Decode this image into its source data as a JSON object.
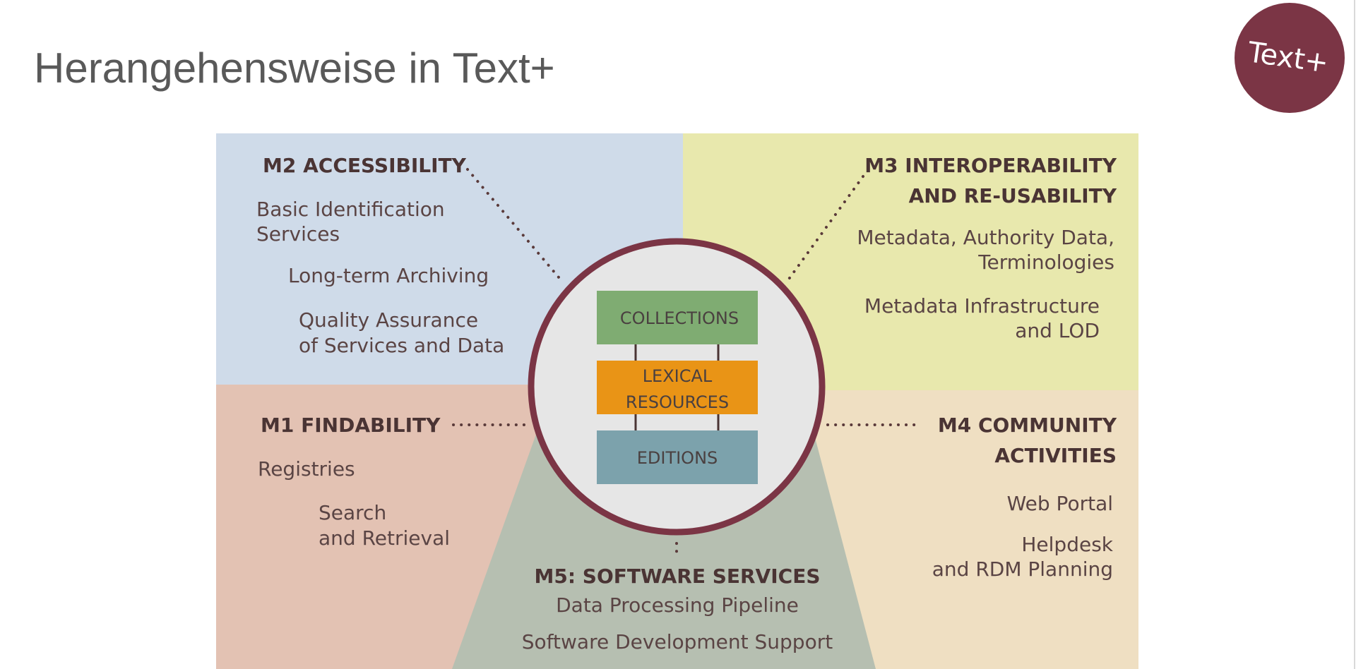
{
  "slide": {
    "title": "Herangehensweise in Text+",
    "logo_text": "Text+"
  },
  "colors": {
    "m2_bg": "#cfdbe9",
    "m3_bg": "#e8e8ad",
    "m1_bg": "#e3c2b3",
    "m4_bg": "#efdfc2",
    "m5_bg": "#b6bfb1",
    "circle_ring": "#7b3545",
    "circle_fill": "#e6e6e6",
    "collections": "#7fac72",
    "lexical": "#e99416",
    "editions": "#7ca2ac",
    "logo": "#7b3545"
  },
  "diagram": {
    "m2": {
      "heading": "M2 ACCESSIBILITY",
      "items": [
        [
          "Basic Identification",
          "Services"
        ],
        [
          "Long-term Archiving"
        ],
        [
          "Quality Assurance",
          "of Services and Data"
        ]
      ]
    },
    "m3": {
      "heading": [
        "M3 INTEROPERABILITY",
        "AND RE-USABILITY"
      ],
      "items": [
        [
          "Metadata, Authority Data,",
          "Terminologies"
        ],
        [
          "Metadata Infrastructure",
          "and LOD"
        ]
      ]
    },
    "m1": {
      "heading": "M1 FINDABILITY",
      "items": [
        [
          "Registries"
        ],
        [
          "Search",
          "and Retrieval"
        ]
      ]
    },
    "m4": {
      "heading": [
        "M4 COMMUNITY",
        "ACTIVITIES"
      ],
      "items": [
        [
          "Web Portal"
        ],
        [
          "Helpdesk",
          "and RDM Planning"
        ]
      ]
    },
    "m5": {
      "heading": "M5: SOFTWARE SERVICES",
      "items": [
        [
          "Data Processing Pipeline"
        ],
        [
          "Software Development Support"
        ]
      ]
    },
    "center": {
      "collections": "COLLECTIONS",
      "lexical": [
        "LEXICAL",
        "RESOURCES"
      ],
      "editions": "EDITIONS"
    }
  }
}
